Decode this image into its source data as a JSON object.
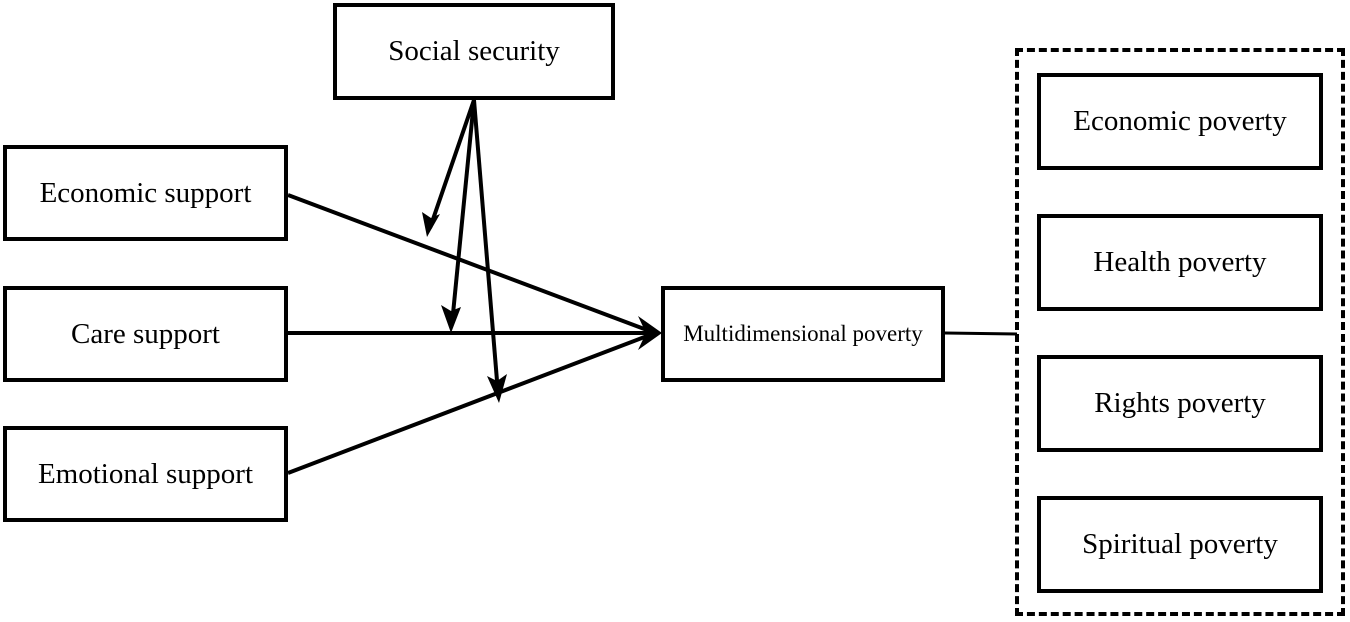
{
  "diagram": {
    "social_security": "Social security",
    "economic_support": "Economic support",
    "care_support": "Care support",
    "emotional_support": "Emotional support",
    "multidimensional_poverty": "Multidimensional poverty",
    "dimensions": {
      "economic": "Economic poverty",
      "health": "Health poverty",
      "rights": "Rights poverty",
      "spiritual": "Spiritual poverty"
    }
  }
}
